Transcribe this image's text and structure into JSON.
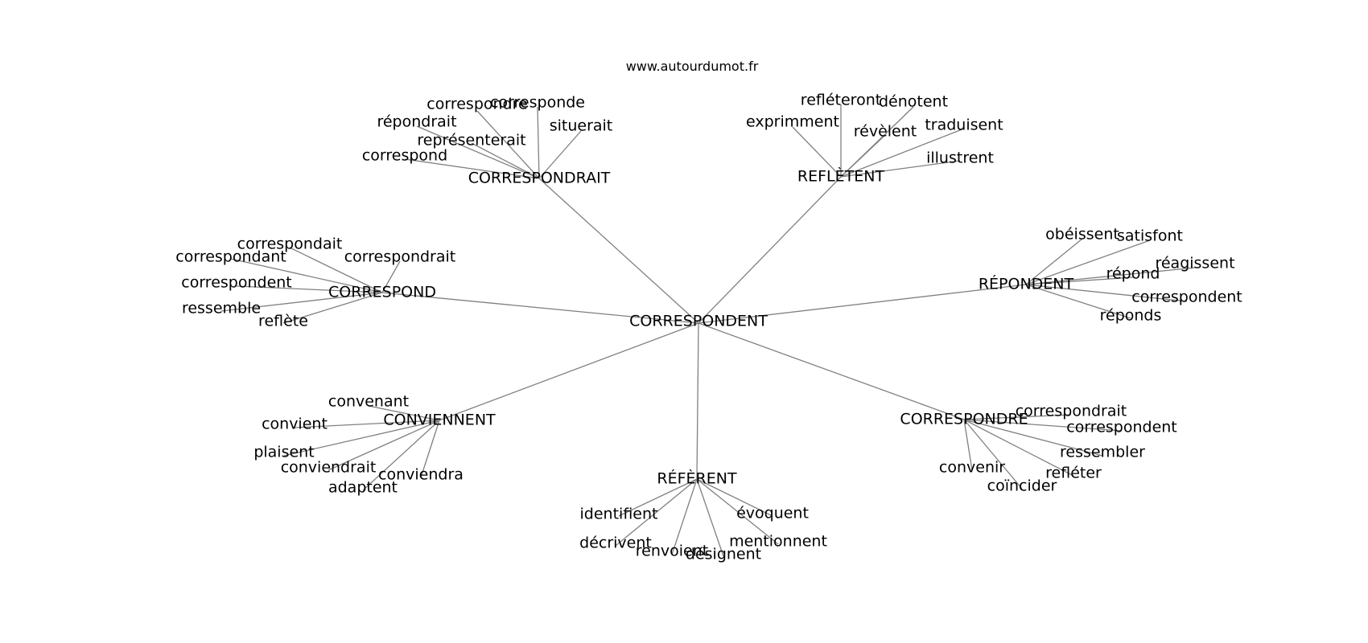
{
  "source": "www.autourdumot.fr",
  "center": "CORRESPONDENT",
  "hubs": [
    {
      "label": "CORRESPONDRAIT",
      "leaves": [
        "correspondre",
        "corresponde",
        "répondrait",
        "représenterait",
        "correspond",
        "situerait"
      ]
    },
    {
      "label": "REFLÈTENT",
      "leaves": [
        "refléteront",
        "dénotent",
        "exprimment",
        "révèlent",
        "traduisent",
        "illustrent"
      ]
    },
    {
      "label": "CORRESPOND",
      "leaves": [
        "correspondait",
        "correspondant",
        "correspondrait",
        "correspondent",
        "ressemble",
        "reflète"
      ]
    },
    {
      "label": "RÉPONDENT",
      "leaves": [
        "obéissent",
        "satisfont",
        "réagissent",
        "répond",
        "correspondent",
        "réponds"
      ]
    },
    {
      "label": "CONVIENNENT",
      "leaves": [
        "convenant",
        "convient",
        "plaisent",
        "conviendrait",
        "conviendra",
        "adaptent"
      ]
    },
    {
      "label": "RÉFÈRENT",
      "leaves": [
        "identifient",
        "évoquent",
        "décrivent",
        "mentionnent",
        "renvoient",
        "désignent"
      ]
    },
    {
      "label": "CORRESPONDRE",
      "leaves": [
        "correspondrait",
        "correspondent",
        "ressembler",
        "convenir",
        "refléter",
        "coïncider"
      ]
    }
  ]
}
